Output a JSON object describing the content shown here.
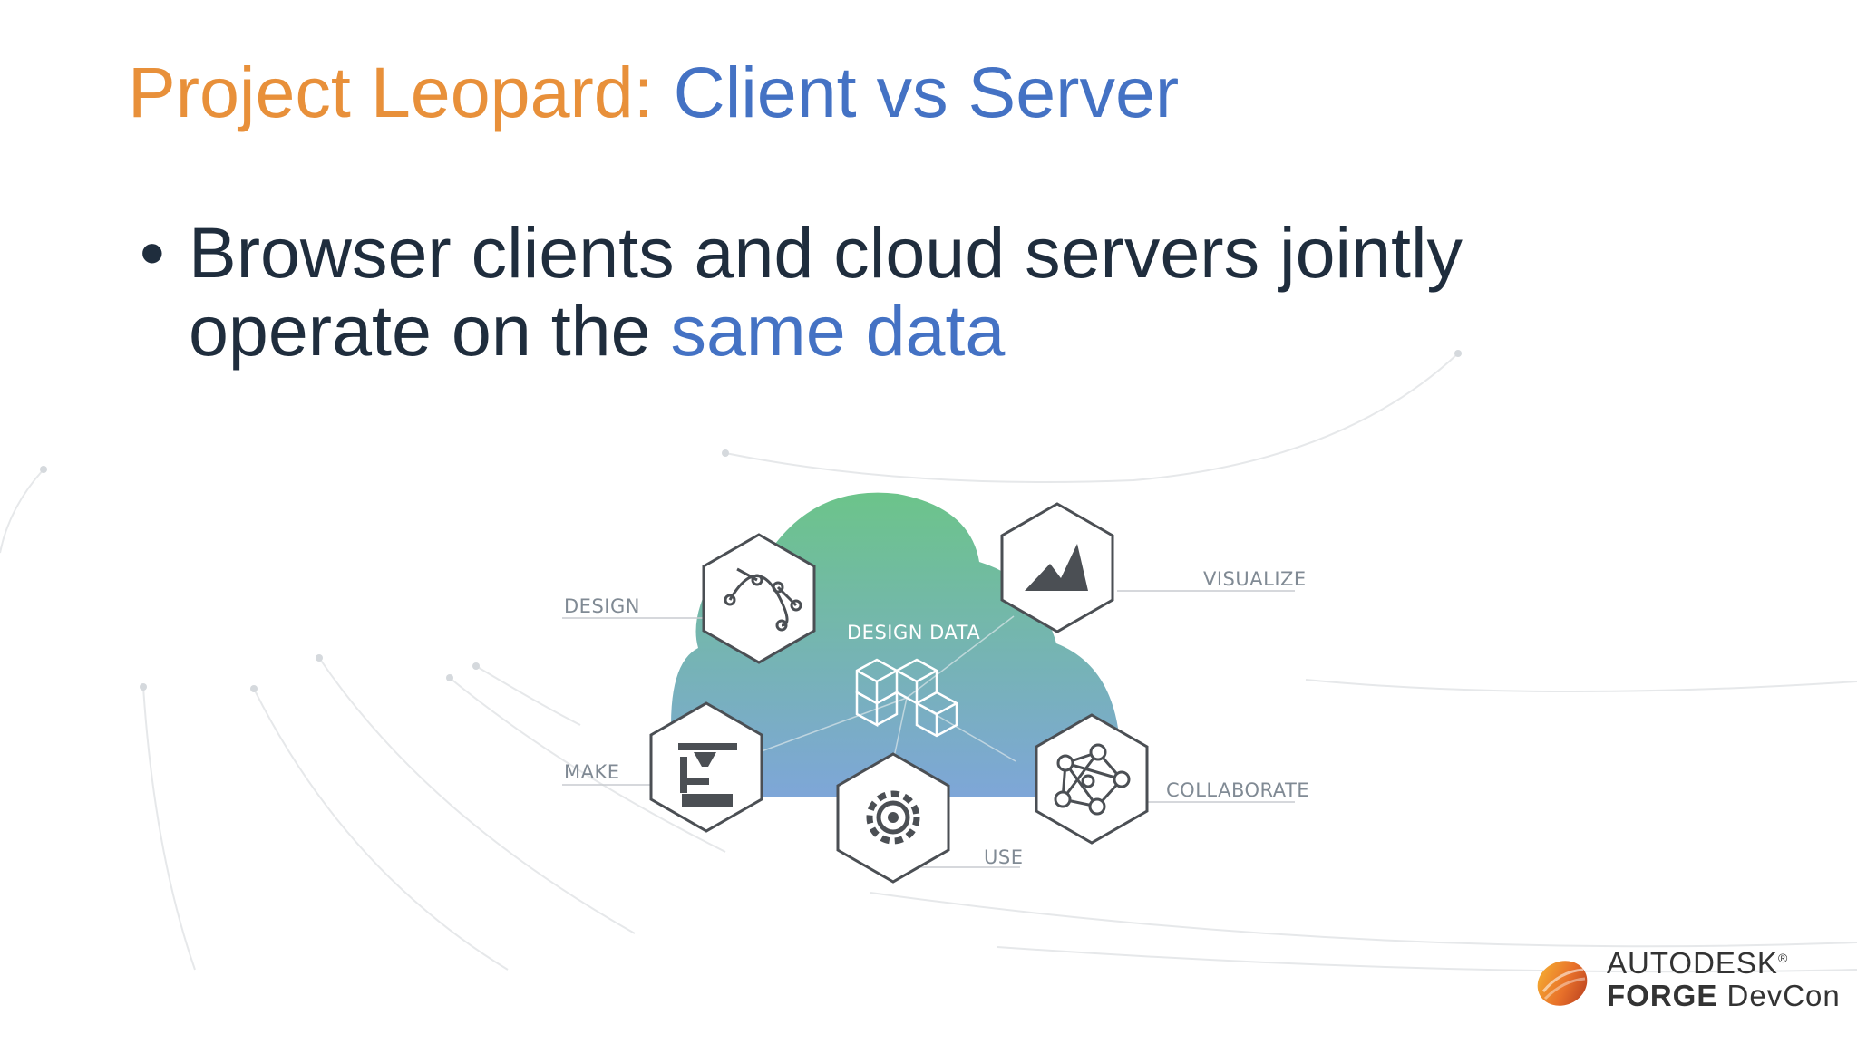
{
  "slide": {
    "title": {
      "prefix": "Project Leopard:",
      "suffix": "Client vs Server",
      "prefix_color": "#E8903A",
      "suffix_color": "#4472C4"
    },
    "bullet": {
      "marker": "•",
      "line1": "Browser clients and cloud servers jointly",
      "line2_start": "operate on the",
      "line2_highlight": "same data",
      "highlight_color": "#4472C4"
    }
  },
  "diagram": {
    "center_label": "DESIGN DATA",
    "nodes": [
      {
        "label": "DESIGN",
        "icon": "bezier-curve-icon"
      },
      {
        "label": "VISUALIZE",
        "icon": "mountain-chart-icon"
      },
      {
        "label": "MAKE",
        "icon": "3d-printer-icon"
      },
      {
        "label": "USE",
        "icon": "gear-icon"
      },
      {
        "label": "COLLABORATE",
        "icon": "network-icon"
      }
    ],
    "cloud_colors": [
      "#6cc48a",
      "#7ea6d8"
    ]
  },
  "branding": {
    "line1": "AUTODESK",
    "registered": "®",
    "line2_bold": "FORGE",
    "line2_rest": " DevCon"
  }
}
